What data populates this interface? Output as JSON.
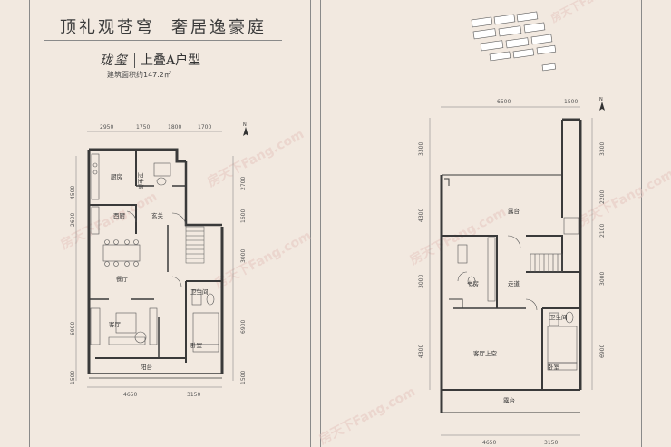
{
  "header": {
    "title_part1": "顶礼观苍穹",
    "title_part2": "奢居逸豪庭",
    "brand": "珑玺",
    "unit_type": "上叠A户型",
    "area_text": "建筑面积约147.2㎡"
  },
  "left_plan": {
    "top_dims": [
      "2950",
      "1750",
      "1800",
      "1700"
    ],
    "bottom_dims": [
      "4650",
      "3150"
    ],
    "left_dims": [
      "4500",
      "2600",
      "6900",
      "1500"
    ],
    "right_dims": [
      "2700",
      "1600",
      "3000",
      "6900",
      "1500"
    ],
    "rooms": {
      "kitchen": "厨房",
      "bathroom_top": "卫生间",
      "western_kitchen": "西厨",
      "entrance": "玄关",
      "dining": "餐厅",
      "bathroom_mid": "卫生间",
      "living": "客厅",
      "bedroom": "卧室",
      "balcony": "阳台"
    }
  },
  "right_plan": {
    "top_dims": [
      "6500",
      "1500"
    ],
    "bottom_dims": [
      "4650",
      "3150"
    ],
    "left_dims": [
      "3300",
      "4300",
      "3000",
      "4300"
    ],
    "right_dims": [
      "3300",
      "2200",
      "2100",
      "3000",
      "6900"
    ],
    "rooms": {
      "terrace_top": "露台",
      "study": "书房",
      "corridor": "走道",
      "living_void": "客厅上空",
      "bathroom": "卫生间",
      "bedroom": "卧室",
      "terrace_bottom": "露台"
    }
  },
  "watermark": "房天下Fang.com",
  "colors": {
    "background": "#f2e9e0",
    "wall": "#3a3a3a",
    "watermark": "#e6c7c1"
  }
}
